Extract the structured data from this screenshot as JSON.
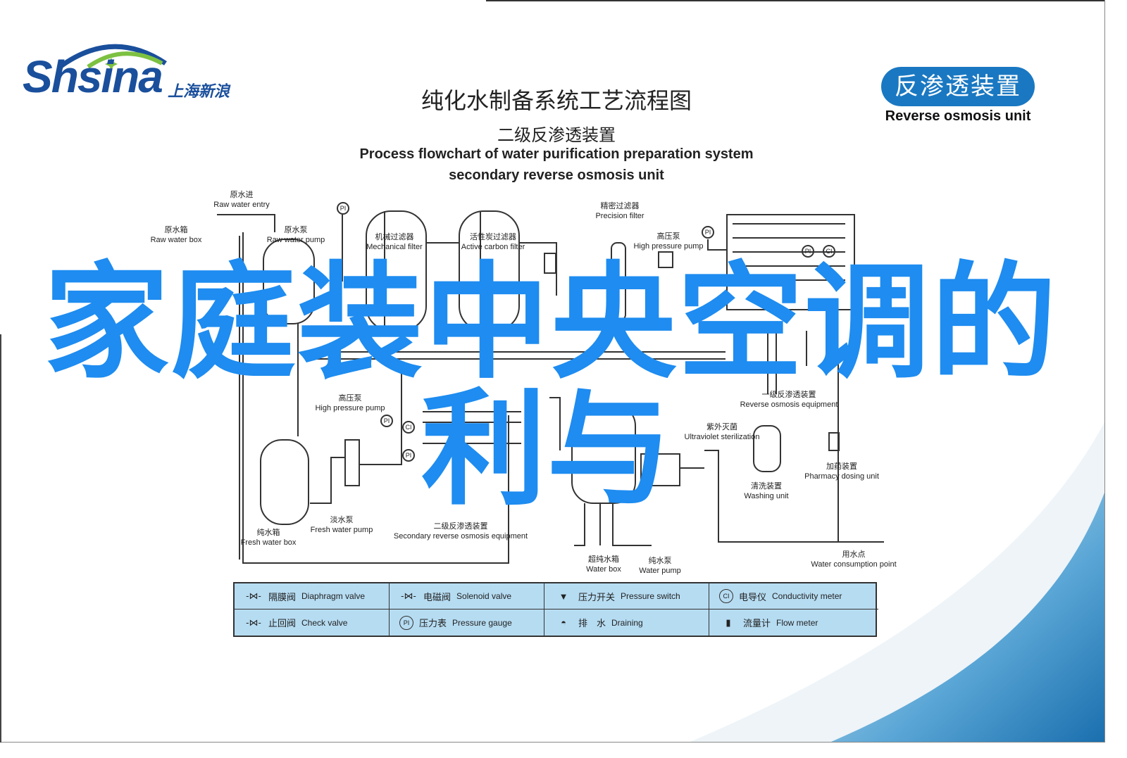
{
  "logo": {
    "brand": "Shsina",
    "brand_cn": "上海新浪"
  },
  "header": {
    "title_cn": "纯化水制备系统工艺流程图",
    "subtitle_cn": "二级反渗透装置",
    "title_en": "Process flowchart of water purification preparation system",
    "subtitle_en": "secondary reverse osmosis unit"
  },
  "badge": {
    "cn": "反渗透装置",
    "en": "Reverse osmosis unit"
  },
  "labels": {
    "raw_entry": {
      "cn": "原水进",
      "en": "Raw water entry"
    },
    "raw_pump": {
      "cn": "原水泵",
      "en": "Raw water pump"
    },
    "raw_box": {
      "cn": "原水箱",
      "en": "Raw water box"
    },
    "mech_filter": {
      "cn": "机械过滤器",
      "en": "Mechanical filter"
    },
    "carbon_filter": {
      "cn": "活性炭过滤器",
      "en": "Active carbon filter"
    },
    "precision_filter": {
      "cn": "精密过滤器",
      "en": "Precision filter"
    },
    "hp_pump_top": {
      "cn": "高压泵",
      "en": "High pressure pump"
    },
    "primary_ro": {
      "cn": "一级反渗透装置",
      "en": "Reverse osmosis equipment"
    },
    "hp_pump_left": {
      "cn": "高压泵",
      "en": "High pressure pump"
    },
    "uv": {
      "cn": "紫外灭菌",
      "en": "Ultraviolet sterilization"
    },
    "pharmacy": {
      "cn": "加药装置",
      "en": "Pharmacy dosing unit"
    },
    "washing": {
      "cn": "清洗装置",
      "en": "Washing unit"
    },
    "fresh_box": {
      "cn": "纯水箱",
      "en": "Fresh water box"
    },
    "fresh_pump": {
      "cn": "淡水泵",
      "en": "Fresh water pump"
    },
    "secondary_ro": {
      "cn": "二级反渗透装置",
      "en": "Secondary reverse osmosis equipment"
    },
    "ultra_box": {
      "cn": "超纯水箱",
      "en": "Water box"
    },
    "water_pump": {
      "cn": "纯水泵",
      "en": "Water pump"
    },
    "consumption": {
      "cn": "用水点",
      "en": "Water consumption point"
    },
    "pi": "PI",
    "ci": "CI"
  },
  "legend": [
    {
      "icon": "diaphragm-valve-icon",
      "symbol": "-⋈-",
      "cn": "隔膜阀",
      "en": "Diaphragm valve"
    },
    {
      "icon": "solenoid-valve-icon",
      "symbol": "-⋈-",
      "cn": "电磁阀",
      "en": "Solenoid valve"
    },
    {
      "icon": "pressure-switch-icon",
      "symbol": "▼",
      "cn": "压力开关",
      "en": "Pressure switch"
    },
    {
      "icon": "conductivity-meter-icon",
      "symbol": "CI",
      "cn": "电导仪",
      "en": "Conductivity meter"
    },
    {
      "icon": "check-valve-icon",
      "symbol": "-⋈-",
      "cn": "止回阀",
      "en": "Check valve"
    },
    {
      "icon": "pressure-gauge-icon",
      "symbol": "PI",
      "cn": "压力表",
      "en": "Pressure gauge"
    },
    {
      "icon": "draining-icon",
      "symbol": "◓",
      "cn": "排　水",
      "en": "Draining"
    },
    {
      "icon": "flow-meter-icon",
      "symbol": "▮",
      "cn": "流量计",
      "en": "Flow meter"
    }
  ],
  "overlay": {
    "line1": "家庭装中央空调的",
    "line2": "利与"
  },
  "colors": {
    "overlay": "#1e8cf0",
    "brand": "#1a4f9c",
    "badge": "#1a78c2",
    "legend_bg": "#b6dcf2"
  }
}
